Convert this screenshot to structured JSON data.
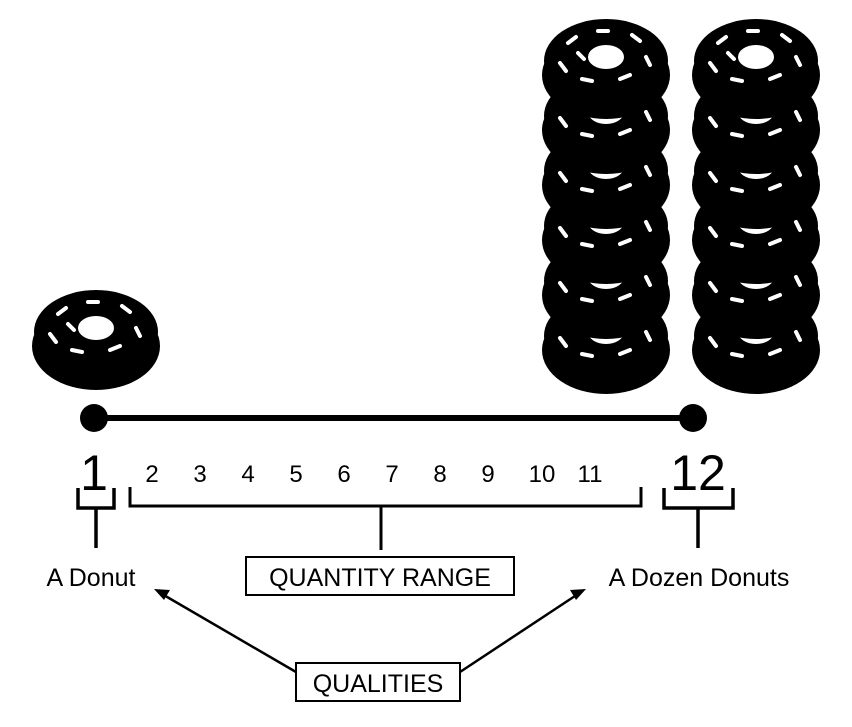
{
  "colors": {
    "ink": "#000000",
    "background": "#ffffff"
  },
  "icons": {
    "donut": "donut-icon"
  },
  "scale": {
    "start_number": "1",
    "end_number": "12",
    "middle_numbers": [
      "2",
      "3",
      "4",
      "5",
      "6",
      "7",
      "8",
      "9",
      "10",
      "11"
    ]
  },
  "labels": {
    "single": "A Donut",
    "dozen": "A Dozen Donuts",
    "quantity_range": "QUANTITY RANGE",
    "qualities": "QUALITIES"
  },
  "donut_counts": {
    "single": 1,
    "dozen": 12
  }
}
